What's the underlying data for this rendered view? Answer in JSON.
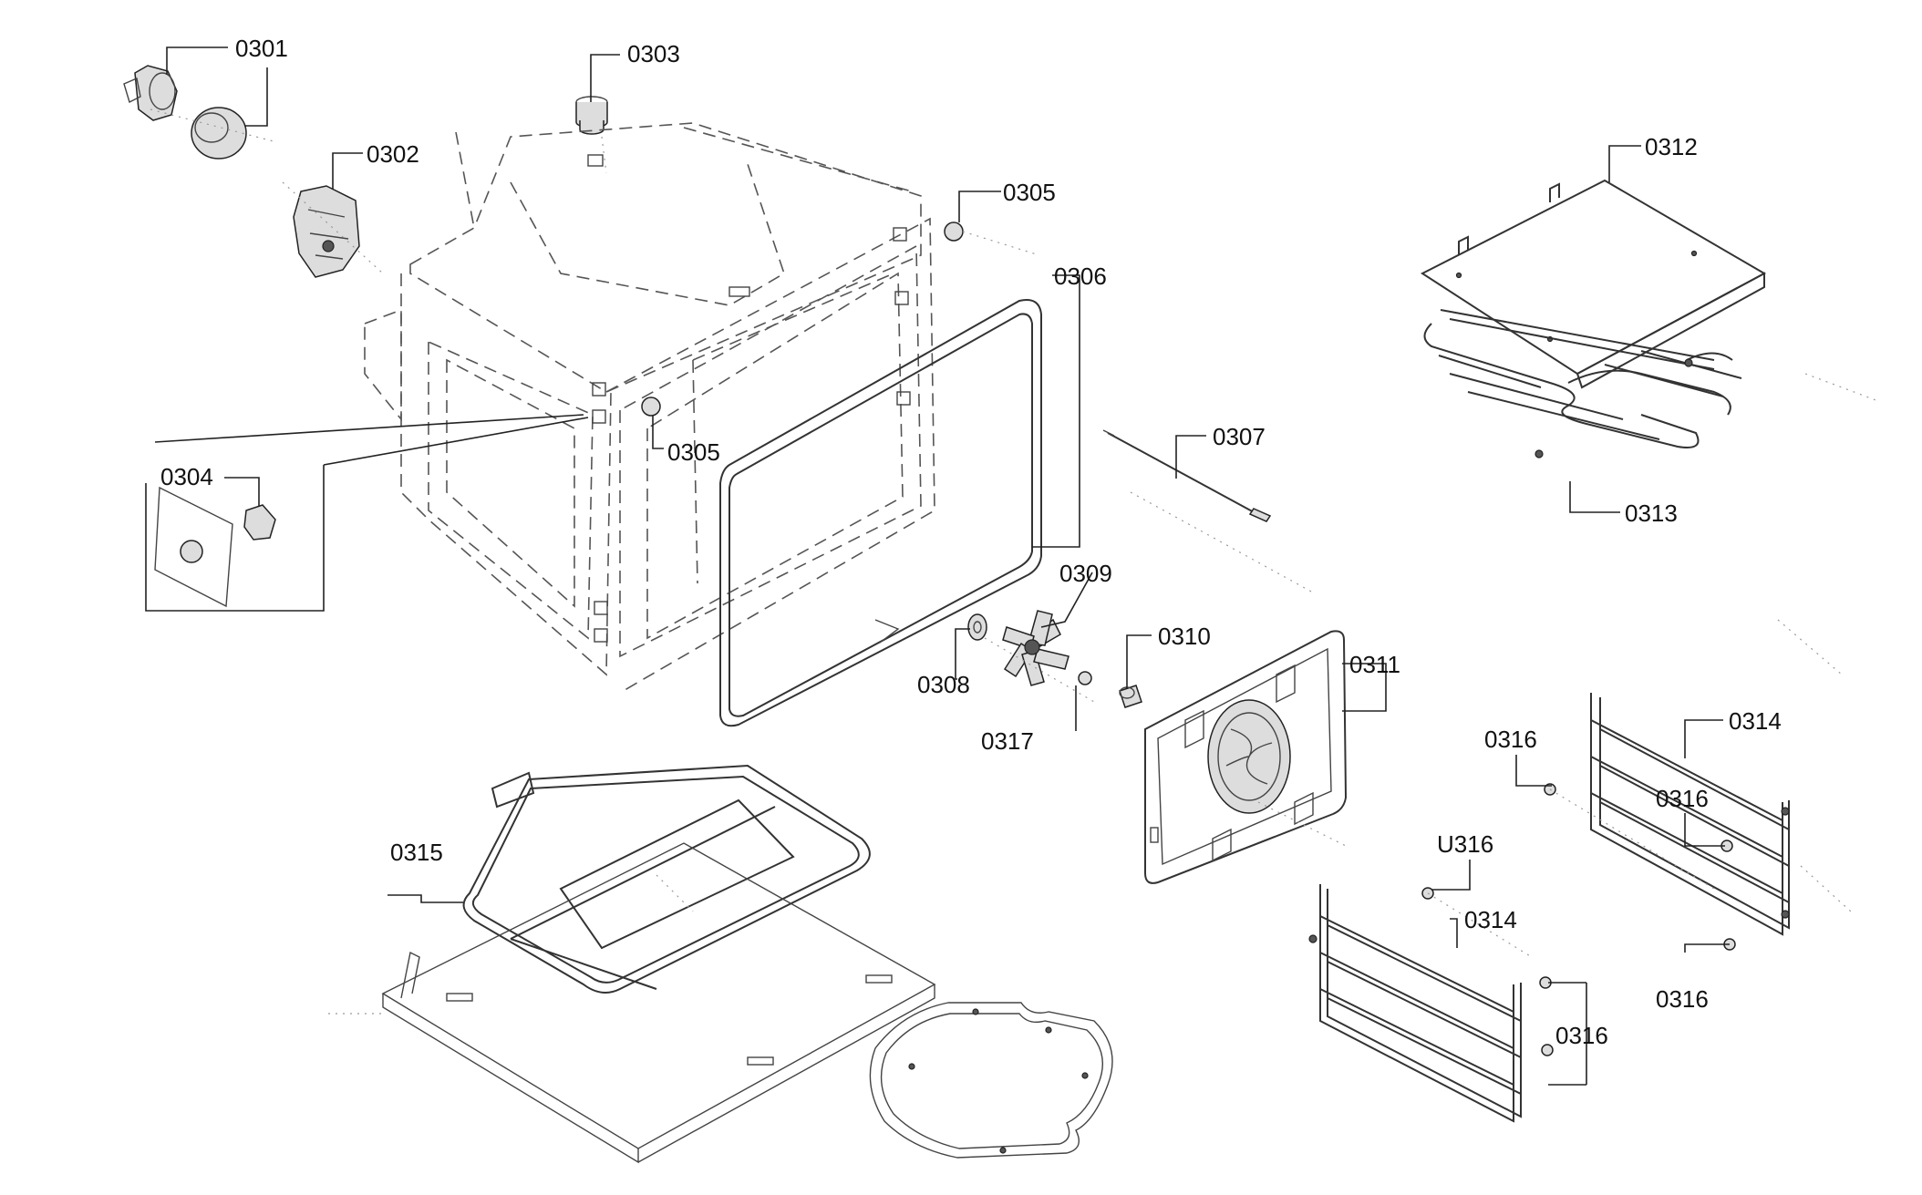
{
  "labels": {
    "l0301": "0301",
    "l0302": "0302",
    "l0303": "0303",
    "l0304": "0304",
    "l0305a": "0305",
    "l0305b": "0305",
    "l0306": "0306",
    "l0307": "0307",
    "l0308": "0308",
    "l0309": "0309",
    "l0310": "0310",
    "l0311": "0311",
    "l0312": "0312",
    "l0313": "0313",
    "l0314a": "0314",
    "l0314b": "0314",
    "l0315": "0315",
    "l0316a": "0316",
    "l0316b": "0316",
    "l0316c": "U316",
    "l0316d": "0316",
    "l0316e": "0316",
    "l0317": "0317"
  }
}
